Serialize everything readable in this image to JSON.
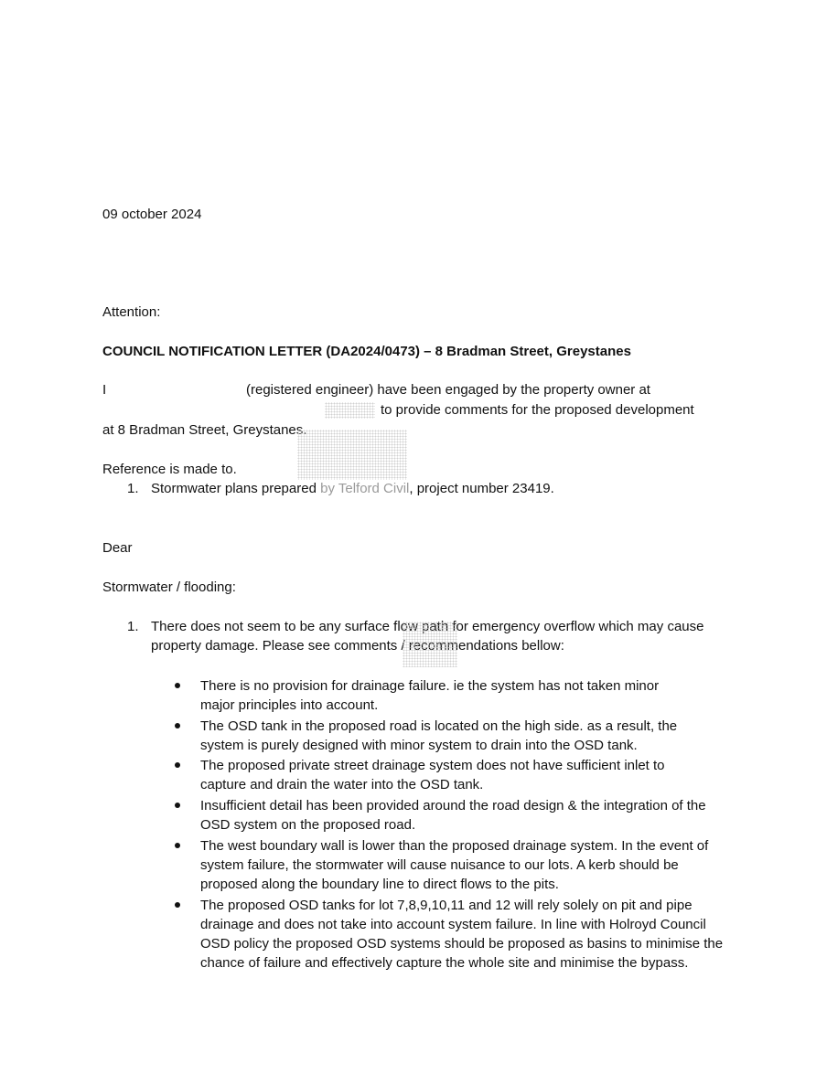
{
  "date": "09 october 2024",
  "attention": "Attention:",
  "heading": "COUNCIL NOTIFICATION LETTER (DA2024/0473) – 8 Bradman Street, Greystanes",
  "intro": {
    "l1a": "I",
    "l1b": "(registered engineer) have been engaged by the property owner at",
    "l2": "to provide comments for the proposed development",
    "l3": "at 8 Bradman Street, Greystanes."
  },
  "reference": {
    "label": "Reference is made to.",
    "items": [
      {
        "num": "1.",
        "pre": "Stormwater plans prepared",
        "mid": "by Telford Civil",
        "post": ", project number 23419."
      }
    ]
  },
  "salutation": "Dear",
  "section_title": "Stormwater / flooding:",
  "main_item": {
    "num": "1.",
    "lines": [
      "There does not seem to be any surface flow path for emergency overflow which may cause",
      "property damage. Please see comments / recommendations bellow:"
    ]
  },
  "bullets": [
    {
      "lines": [
        "There is no provision for drainage failure. ie the system has not taken minor",
        "major principles into account."
      ]
    },
    {
      "lines": [
        "The OSD tank in the proposed road is located on the high side. as a result, the",
        "system is purely designed with minor system to drain into the OSD tank."
      ]
    },
    {
      "lines": [
        "The proposed private street drainage system does not have sufficient inlet to",
        "capture and drain the water into the OSD tank."
      ]
    },
    {
      "lines": [
        "Insufficient detail has been provided around the road design & the integration of the",
        "OSD system on the proposed road."
      ]
    },
    {
      "lines": [
        "The west boundary wall is lower than the proposed drainage system. In the event of",
        "system failure, the stormwater will cause nuisance to our lots. A kerb should be",
        "proposed along the boundary line to direct flows to the pits."
      ]
    },
    {
      "lines": [
        "The proposed OSD tanks for lot 7,8,9,10,11 and 12 will rely solely on pit and pipe",
        "drainage and does not take into account system failure. In line with Holroyd Council",
        "OSD policy the proposed OSD systems should be proposed as basins to minimise the",
        "chance of failure and effectively capture the whole site and minimise the bypass."
      ]
    }
  ]
}
